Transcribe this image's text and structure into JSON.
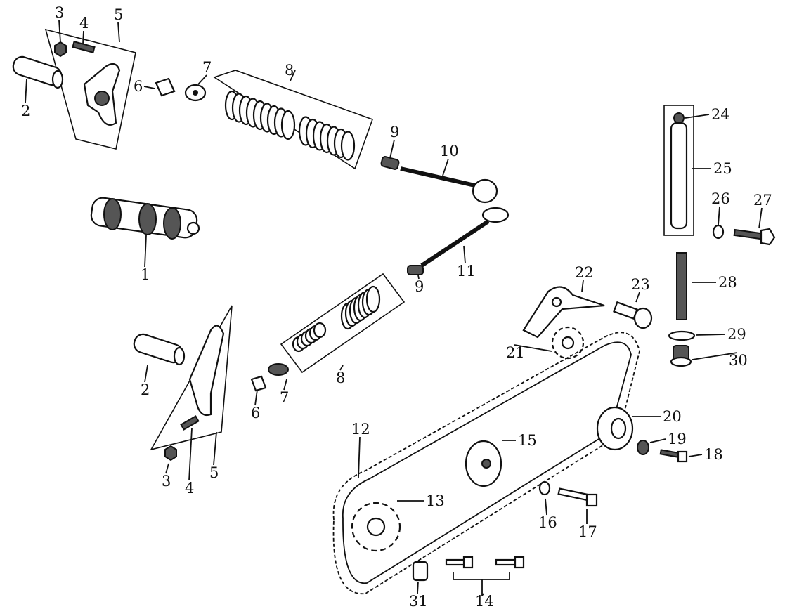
{
  "title": "Camshaft / Valve Train Exploded Parts Diagram",
  "callouts": [
    "3",
    "4",
    "5",
    "2",
    "6",
    "7",
    "8",
    "9",
    "10",
    "24",
    "25",
    "26",
    "27",
    "1",
    "11",
    "9",
    "22",
    "23",
    "28",
    "29",
    "21",
    "30",
    "2",
    "8",
    "7",
    "6",
    "20",
    "12",
    "15",
    "19",
    "18",
    "3",
    "4",
    "5",
    "13",
    "16",
    "17",
    "14",
    "31"
  ]
}
